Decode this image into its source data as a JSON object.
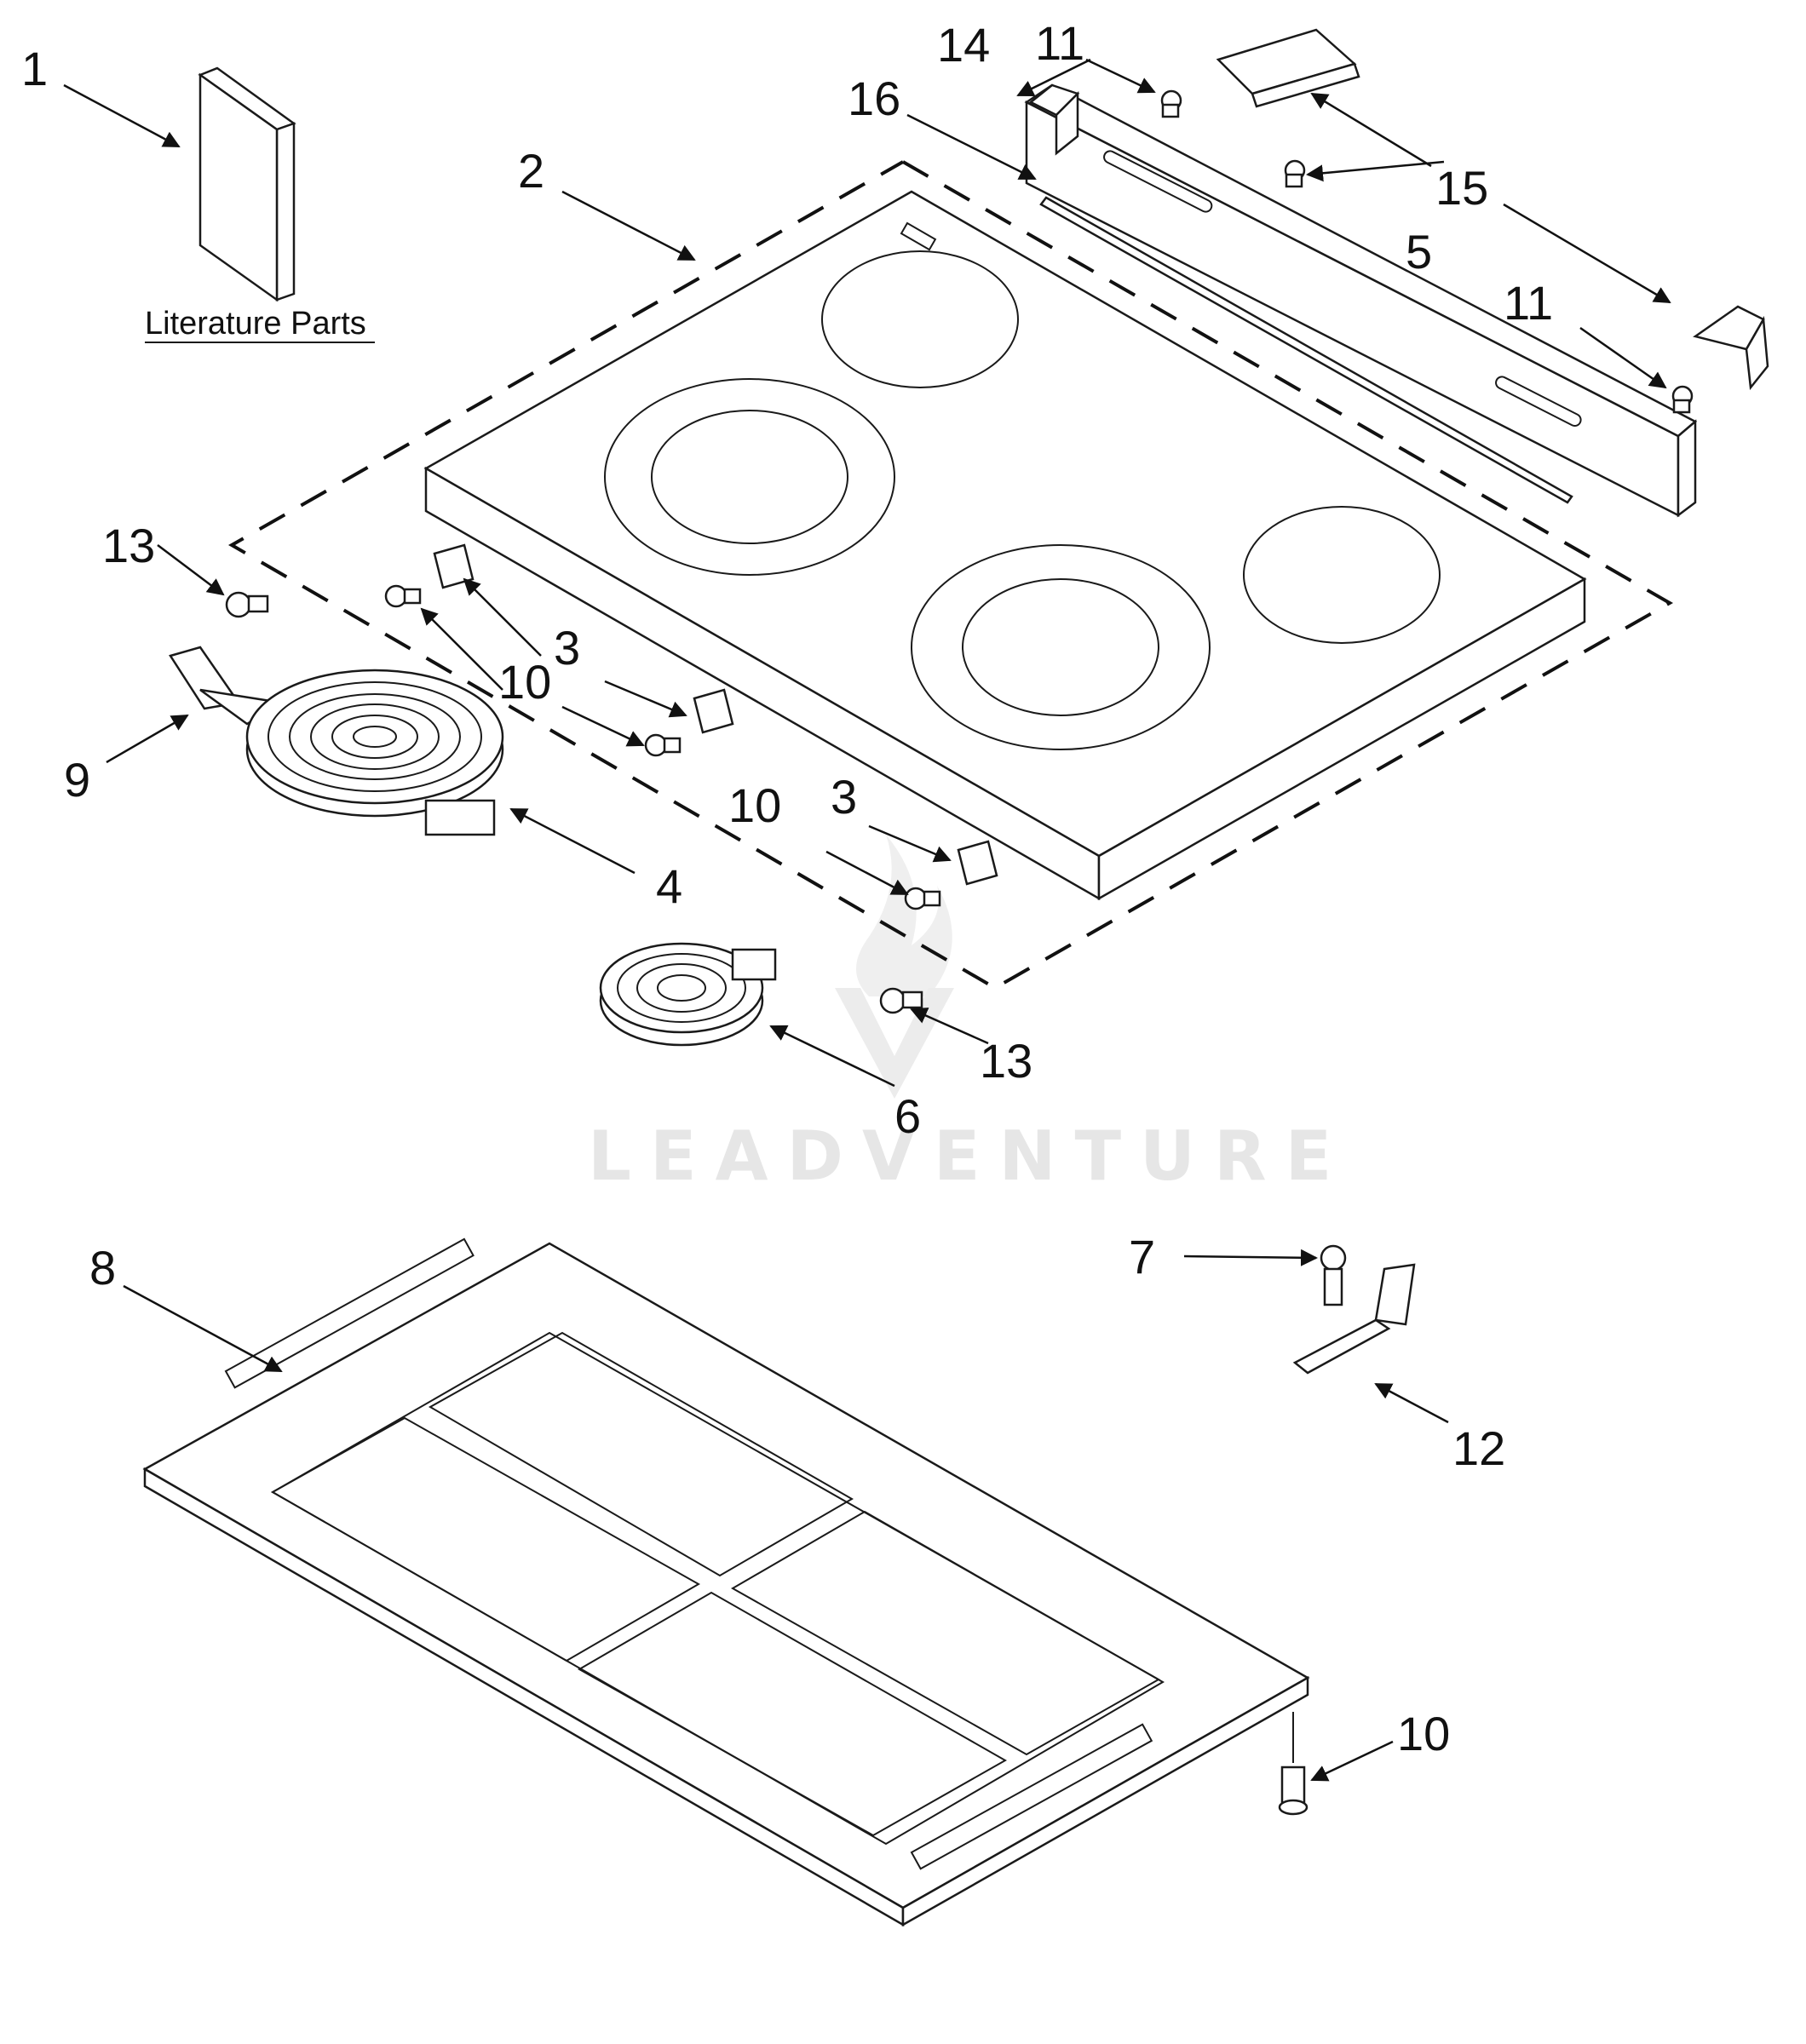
{
  "literature_label": "Literature Parts",
  "watermark_text": "LEADVENTURE",
  "callouts": {
    "c1": "1",
    "c2": "2",
    "c3a": "3",
    "c3b": "3",
    "c4": "4",
    "c5": "5",
    "c6": "6",
    "c7": "7",
    "c8": "8",
    "c9": "9",
    "c10a": "10",
    "c10b": "10",
    "c10c": "10",
    "c11a": "11",
    "c11b": "11",
    "c12": "12",
    "c13a": "13",
    "c13b": "13",
    "c14": "14",
    "c15": "15",
    "c16": "16"
  },
  "colors": {
    "line": "#1a1a1a",
    "watermark": "#e6e6e6",
    "background": "#ffffff"
  }
}
